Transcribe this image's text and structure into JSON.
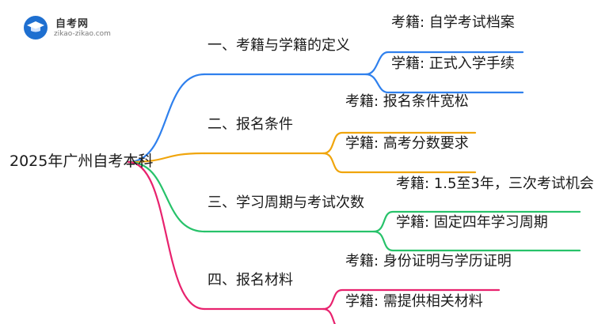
{
  "logo": {
    "name": "自考网",
    "url": "zikao-zikao.com"
  },
  "root": {
    "label": "2025年广州自考本科"
  },
  "branches": [
    {
      "label": "一、考籍与学籍的定义",
      "color": "#2f80ed",
      "leaves": [
        "考籍: 自学考试档案",
        "学籍: 正式入学手续"
      ]
    },
    {
      "label": "二、报名条件",
      "color": "#f0a50c",
      "leaves": [
        "考籍: 报名条件宽松",
        "学籍: 高考分数要求"
      ]
    },
    {
      "label": "三、学习周期与考试次数",
      "color": "#27c26a",
      "leaves": [
        "考籍: 1.5至3年，三次考试机会",
        "学籍: 固定四年学习周期"
      ]
    },
    {
      "label": "四、报名材料",
      "color": "#e8226e",
      "leaves": [
        "考籍: 身份证明与学历证明",
        "学籍: 需提供相关材料"
      ]
    }
  ]
}
